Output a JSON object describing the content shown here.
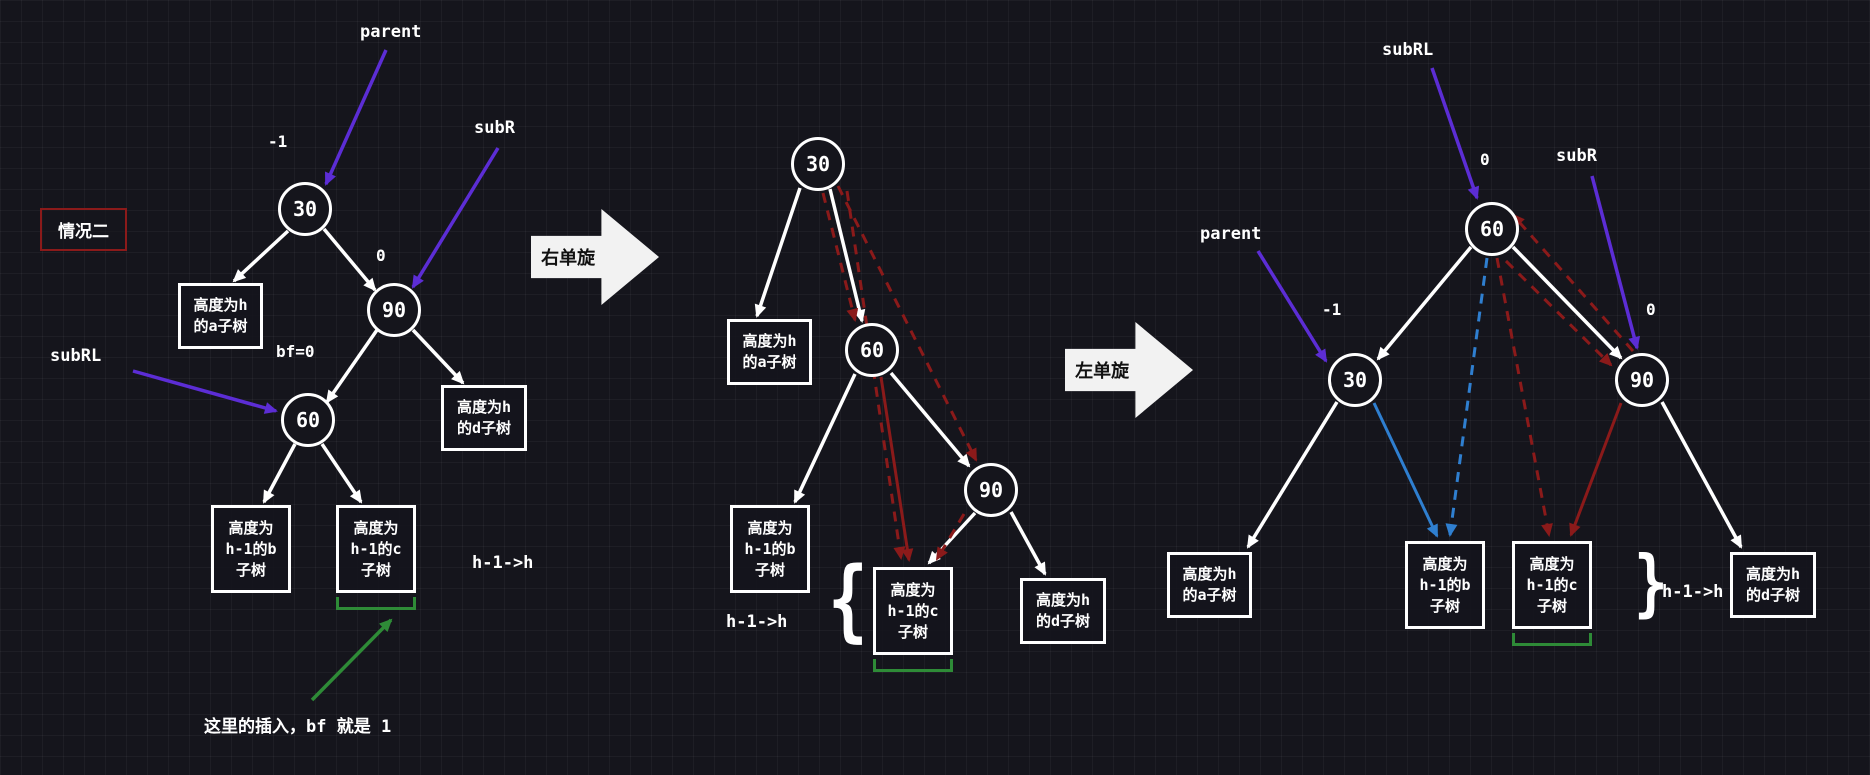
{
  "colors": {
    "canvas_bg": "#15151c",
    "tree_edge": "#ffffff",
    "pointer_arrow": "#5c2dd5",
    "moved_right_subtree": "#8b1a1a",
    "moved_left_subtree": "#2f7fd0",
    "insert_highlight": "#2e8b37",
    "case_box_border": "#8b1a1a"
  },
  "left": {
    "case_label": "情况二",
    "parent": "parent",
    "subR": "subR",
    "subRL": "subRL",
    "bf_parent": "-1",
    "bf_subR": "0",
    "bf_subRL": "bf=0",
    "node30": "30",
    "node90": "90",
    "node60": "60",
    "box_a": [
      "高度为h",
      "的a子树"
    ],
    "box_d": [
      "高度为h",
      "的d子树"
    ],
    "box_b": [
      "高度为",
      "h-1的b",
      "子树"
    ],
    "box_c": [
      "高度为",
      "h-1的c",
      "子树"
    ],
    "growth": "h-1->h",
    "insert_note": "这里的插入，bf 就是 1"
  },
  "step1": {
    "label": "右单旋"
  },
  "middle": {
    "node30": "30",
    "node60": "60",
    "node90": "90",
    "box_a": [
      "高度为h",
      "的a子树"
    ],
    "box_b": [
      "高度为",
      "h-1的b",
      "子树"
    ],
    "box_c": [
      "高度为",
      "h-1的c",
      "子树"
    ],
    "box_d": [
      "高度为h",
      "的d子树"
    ],
    "growth": "h-1->h",
    "brace": "{"
  },
  "step2": {
    "label": "左单旋"
  },
  "right": {
    "subRL": "subRL",
    "subR": "subR",
    "parent": "parent",
    "bf_subRL": "0",
    "bf_subR": "0",
    "bf_parent": "-1",
    "node60": "60",
    "node30": "30",
    "node90": "90",
    "box_a": [
      "高度为h",
      "的a子树"
    ],
    "box_b": [
      "高度为",
      "h-1的b",
      "子树"
    ],
    "box_c": [
      "高度为",
      "h-1的c",
      "子树"
    ],
    "box_d": [
      "高度为h",
      "的d子树"
    ],
    "growth": "h-1->h",
    "brace": "}"
  }
}
